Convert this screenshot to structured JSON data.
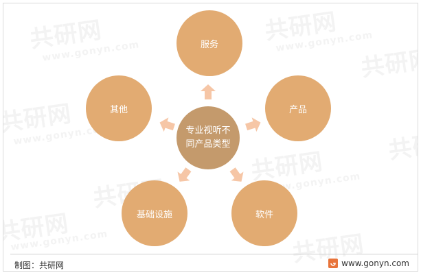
{
  "diagram": {
    "center": "专业视听不同产品类型",
    "nodes": {
      "top": "服务",
      "right": "产品",
      "bottom_right": "软件",
      "bottom_left": "基础设施",
      "left": "其他"
    }
  },
  "footer": {
    "source": "制图：共研网",
    "site": "www.gonyn.com"
  },
  "watermark": {
    "brand": "共研网",
    "url": "www.gonyn.com"
  },
  "colors": {
    "node": "#e2ab72",
    "center": "#c49a6c",
    "arrow": "#f6c6a6"
  }
}
